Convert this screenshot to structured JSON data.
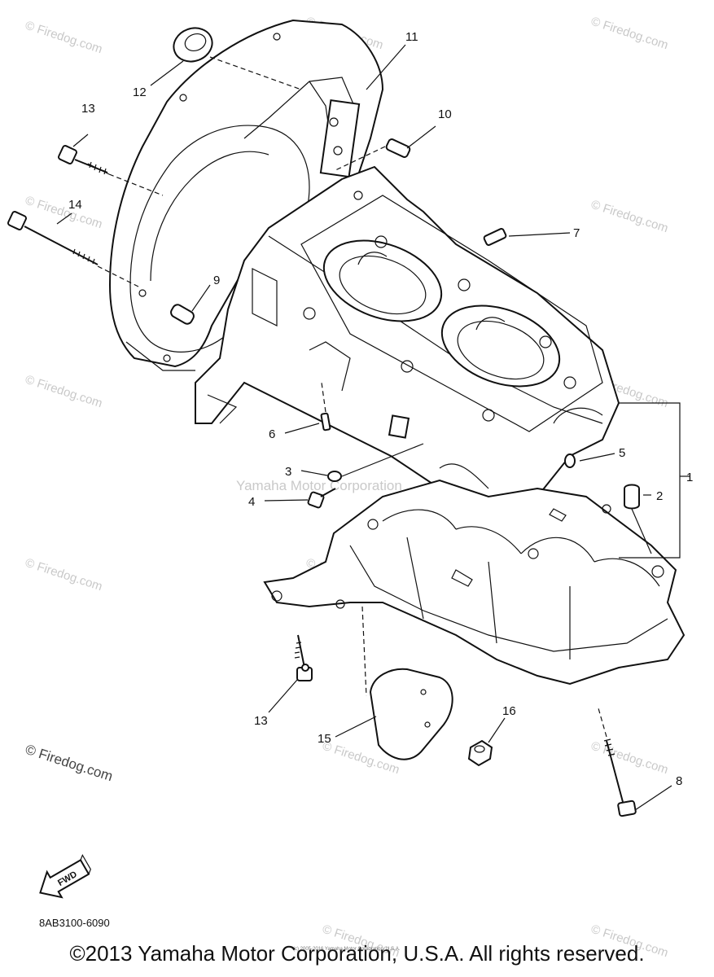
{
  "diagram": {
    "part_labels": [
      "1",
      "2",
      "3",
      "4",
      "5",
      "6",
      "7",
      "8",
      "9",
      "10",
      "11",
      "12",
      "13",
      "13",
      "14",
      "15",
      "16"
    ],
    "fwd_label": "FWD",
    "diagram_code": "8AB3100-6090",
    "watermark_firedog": "© Firedog.com",
    "watermark_yamaha": "Yamaha Motor Corporation",
    "footer_small": "(c) 2005-2016 Yamaha Motor Corporation, U.S.A.",
    "footer": "©2013 Yamaha Motor Corporation, U.S.A. All rights reserved."
  }
}
